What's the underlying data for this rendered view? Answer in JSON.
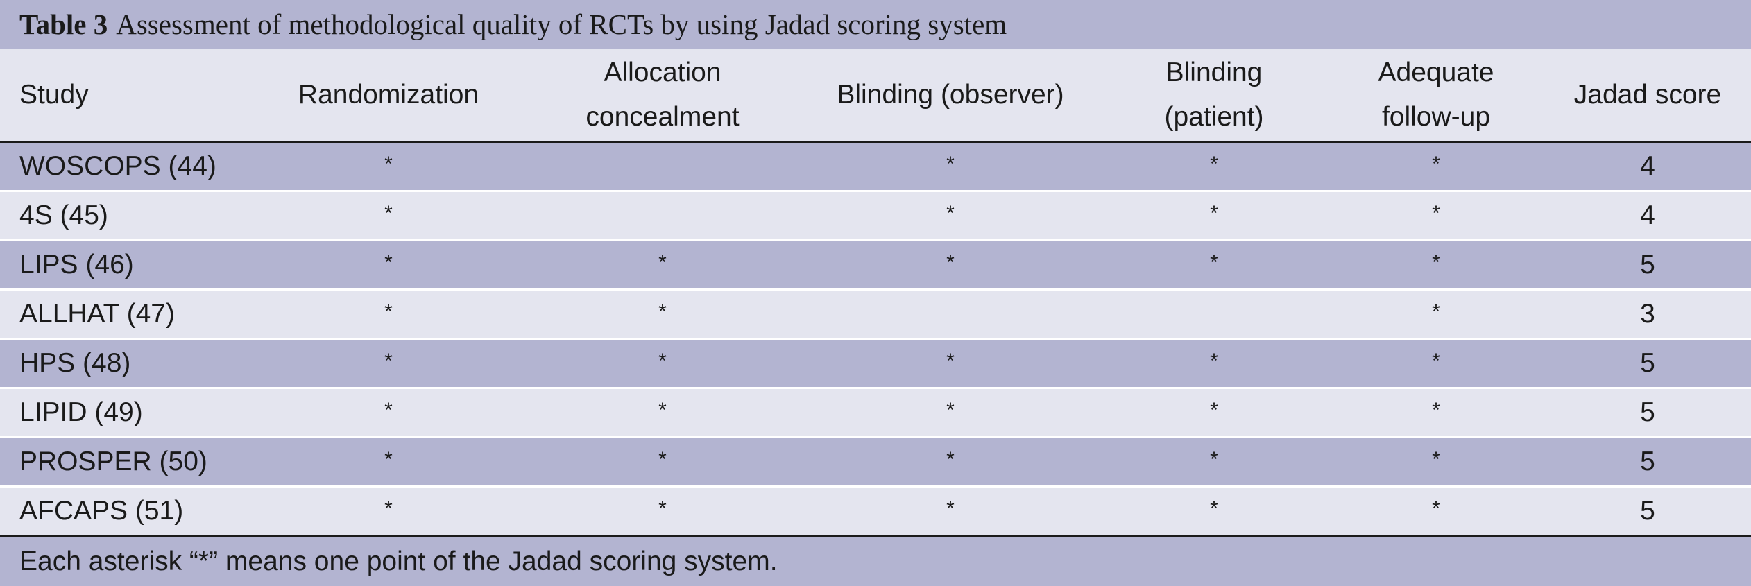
{
  "caption": {
    "label": "Table 3",
    "title": "Assessment of methodological quality of RCTs by using Jadad scoring system"
  },
  "header": {
    "study": "Study",
    "randomization": "Randomization",
    "allocation_line1": "Allocation",
    "allocation_line2": "concealment",
    "blinding_observer": "Blinding (observer)",
    "blinding_patient_line1": "Blinding",
    "blinding_patient_line2": "(patient)",
    "followup_line1": "Adequate",
    "followup_line2": "follow-up",
    "jadad": "Jadad score"
  },
  "rows": [
    {
      "study": "WOSCOPS (44)",
      "randomization": "*",
      "allocation": "",
      "blinding_observer": "*",
      "blinding_patient": "*",
      "followup": "*",
      "score": "4"
    },
    {
      "study": "4S (45)",
      "randomization": "*",
      "allocation": "",
      "blinding_observer": "*",
      "blinding_patient": "*",
      "followup": "*",
      "score": "4"
    },
    {
      "study": "LIPS (46)",
      "randomization": "*",
      "allocation": "*",
      "blinding_observer": "*",
      "blinding_patient": "*",
      "followup": "*",
      "score": "5"
    },
    {
      "study": "ALLHAT (47)",
      "randomization": "*",
      "allocation": "*",
      "blinding_observer": "",
      "blinding_patient": "",
      "followup": "*",
      "score": "3"
    },
    {
      "study": "HPS (48)",
      "randomization": "*",
      "allocation": "*",
      "blinding_observer": "*",
      "blinding_patient": "*",
      "followup": "*",
      "score": "5"
    },
    {
      "study": "LIPID (49)",
      "randomization": "*",
      "allocation": "*",
      "blinding_observer": "*",
      "blinding_patient": "*",
      "followup": "*",
      "score": "5"
    },
    {
      "study": "PROSPER (50)",
      "randomization": "*",
      "allocation": "*",
      "blinding_observer": "*",
      "blinding_patient": "*",
      "followup": "*",
      "score": "5"
    },
    {
      "study": "AFCAPS (51)",
      "randomization": "*",
      "allocation": "*",
      "blinding_observer": "*",
      "blinding_patient": "*",
      "followup": "*",
      "score": "5"
    }
  ],
  "footnote": "Each asterisk “*” means one point of the Jadad scoring system.",
  "colors": {
    "dark_band": "#b3b4d1",
    "light_band": "#e4e5ef"
  }
}
